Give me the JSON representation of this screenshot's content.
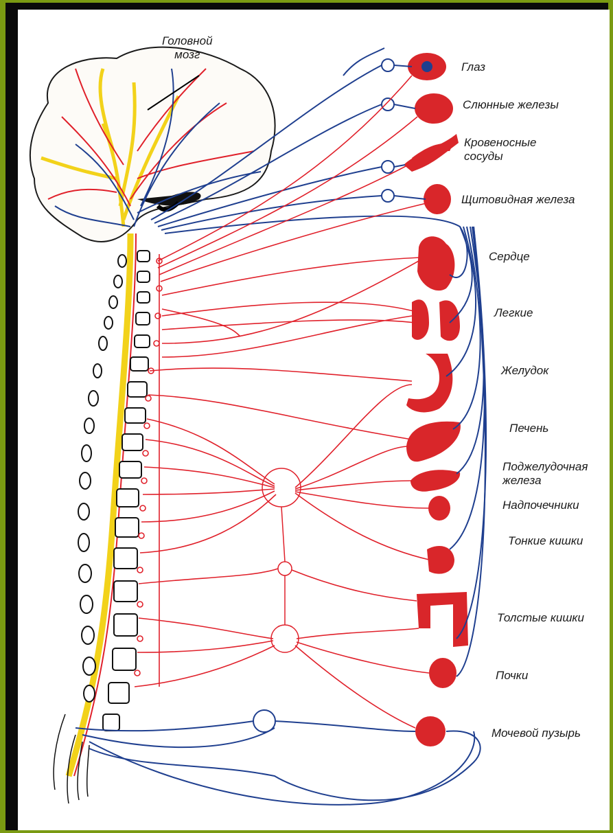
{
  "diagram": {
    "brain_label": "Головной\nмозг",
    "organs": [
      {
        "id": "eye",
        "label": "Глаз"
      },
      {
        "id": "salivary",
        "label": "Слюнные железы"
      },
      {
        "id": "vessels",
        "label": "Кровеносные\nсосуды"
      },
      {
        "id": "thyroid",
        "label": "Щитовидная железа"
      },
      {
        "id": "heart",
        "label": "Сердце"
      },
      {
        "id": "lungs",
        "label": "Легкие"
      },
      {
        "id": "stomach",
        "label": "Желудок"
      },
      {
        "id": "liver",
        "label": "Печень"
      },
      {
        "id": "pancreas",
        "label": "Поджелудочная\nжелеза"
      },
      {
        "id": "adrenals",
        "label": "Надпочечники"
      },
      {
        "id": "small_intestine",
        "label": "Тонкие кишки"
      },
      {
        "id": "large_intestine",
        "label": "Толстые кишки"
      },
      {
        "id": "kidneys",
        "label": "Почки"
      },
      {
        "id": "bladder",
        "label": "Мочевой пузырь"
      }
    ],
    "colors": {
      "sympathetic": "#e0202a",
      "parasympathetic": "#1f3f8f",
      "spinal_cord": "#f2d21a",
      "organ_fill": "#d9262a",
      "frame": "#7a9a12"
    }
  }
}
